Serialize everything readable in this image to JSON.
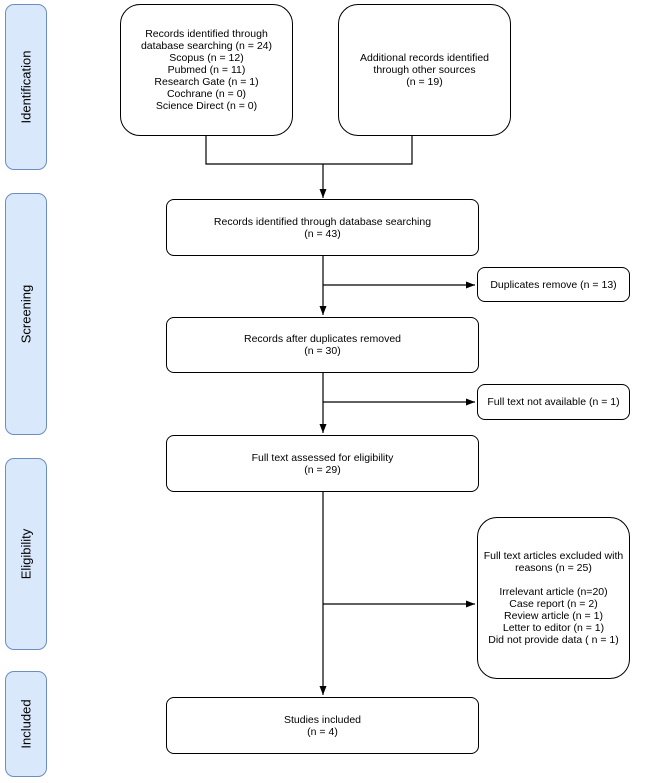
{
  "phases": {
    "identification": "Identification",
    "screening": "Screening",
    "eligibility": "Eligibility",
    "included": "Included"
  },
  "boxes": {
    "database_records": {
      "lines": [
        "Records identified through",
        "database searching (n = 24)",
        "Scopus (n = 12)",
        "Pubmed (n = 11)",
        "Research Gate (n = 1)",
        "Cochrane (n = 0)",
        "Science Direct (n = 0)"
      ]
    },
    "additional_records": {
      "lines": [
        "Additional records identified",
        "through other sources",
        "(n = 19)"
      ]
    },
    "records_identified": {
      "lines": [
        "Records identified through database searching",
        "(n = 43)"
      ]
    },
    "duplicates_removed": {
      "lines": [
        "Duplicates remove (n = 13)"
      ]
    },
    "after_duplicates": {
      "lines": [
        "Records after duplicates removed",
        "(n = 30)"
      ]
    },
    "full_text_not_available": {
      "lines": [
        "Full text not available (n = 1)"
      ]
    },
    "full_text_assessed": {
      "lines": [
        "Full text assessed for eligibility",
        "(n = 29)"
      ]
    },
    "excluded": {
      "lines": [
        "Full text articles excluded with",
        "reasons (n = 25)",
        "",
        "Irrelevant article (n=20)",
        "Case report (n = 2)",
        "Review article (n = 1)",
        "Letter to editor (n = 1)",
        "Did not provide data ( n = 1)"
      ]
    },
    "studies_included": {
      "lines": [
        "Studies included",
        "(n = 4)"
      ]
    }
  },
  "colors": {
    "phase_fill": "#dae8fc",
    "phase_stroke": "#6c8ebf",
    "box_stroke": "#000000",
    "connector": "#000000"
  }
}
